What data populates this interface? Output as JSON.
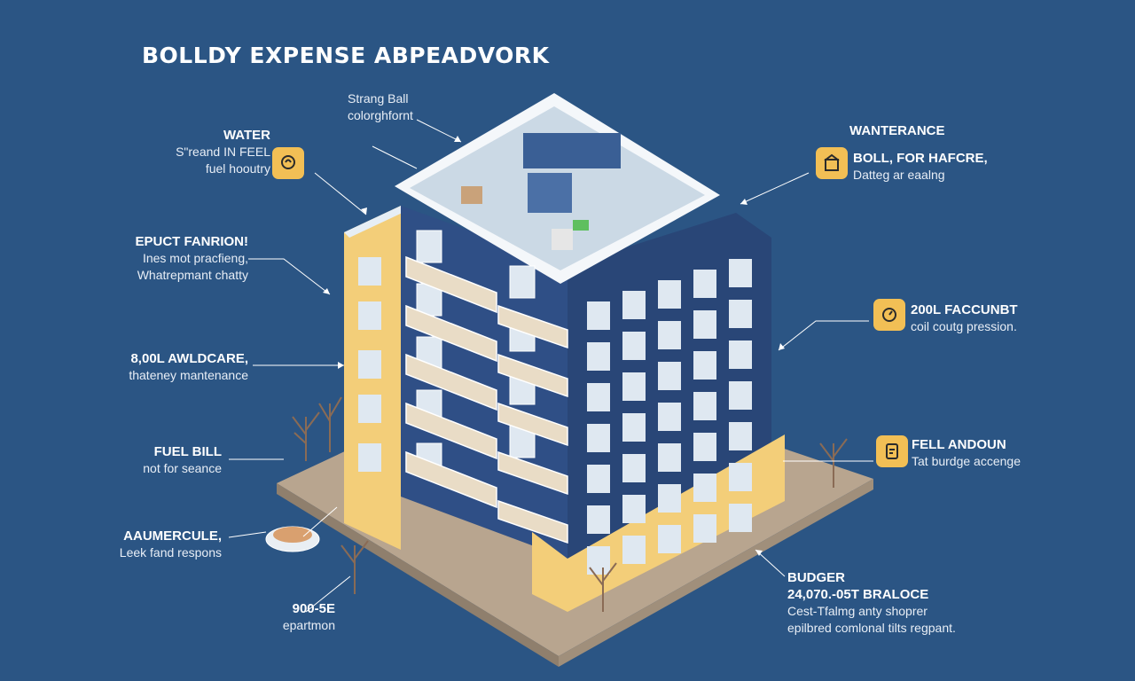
{
  "title": "BOLLDY EXPENSE ABPEADVORK",
  "top_note": {
    "line1": "Strang Ball",
    "line2": "colorghfornt"
  },
  "callouts": {
    "water": {
      "heading": "WATER",
      "line1": "S\"reand IN FEEL",
      "line2": "fuel hooutry",
      "icon": "faucet-icon"
    },
    "epuct": {
      "heading": "EPUCT FANRION!",
      "line1": "Ines mot pracfieng,",
      "line2": "Whatrepmant chatty"
    },
    "awldcare": {
      "heading": "8,00L AWLDCARE,",
      "line1": "thateney mantenance"
    },
    "fuel_bill": {
      "heading": "FUEL BILL",
      "line1": "not for seance"
    },
    "aaumercule": {
      "heading": "AAUMERCULE,",
      "line1": "Leek fand respons"
    },
    "epartmon": {
      "heading": "900-5E",
      "line1": "epartmon"
    },
    "wanterance": {
      "heading": "WANTERANCE",
      "line1": "BOLL, FOR HAFCRE,",
      "line2": "Datteg ar eaalng",
      "icon": "building-icon"
    },
    "faccunbt": {
      "heading": "200L FACCUNBT",
      "line1": "coil coutg pression.",
      "icon": "gauge-icon"
    },
    "fell_andoun": {
      "heading": "FELL ANDOUN",
      "line1": "Tat burdge accenge",
      "icon": "document-icon"
    },
    "budger": {
      "heading": "BUDGER",
      "line1": "24,070.-05T BRALOCE",
      "line2": "Cest-Tfalmg anty shoprer",
      "line3": "epilbred comlonal tilts regpant."
    }
  },
  "colors": {
    "background": "#2b5584",
    "building_navy": "#2f4f86",
    "building_yellow": "#f2cd78",
    "badge": "#f2bf55",
    "ground": "#b7a48e",
    "roof": "#cfdbe6"
  }
}
